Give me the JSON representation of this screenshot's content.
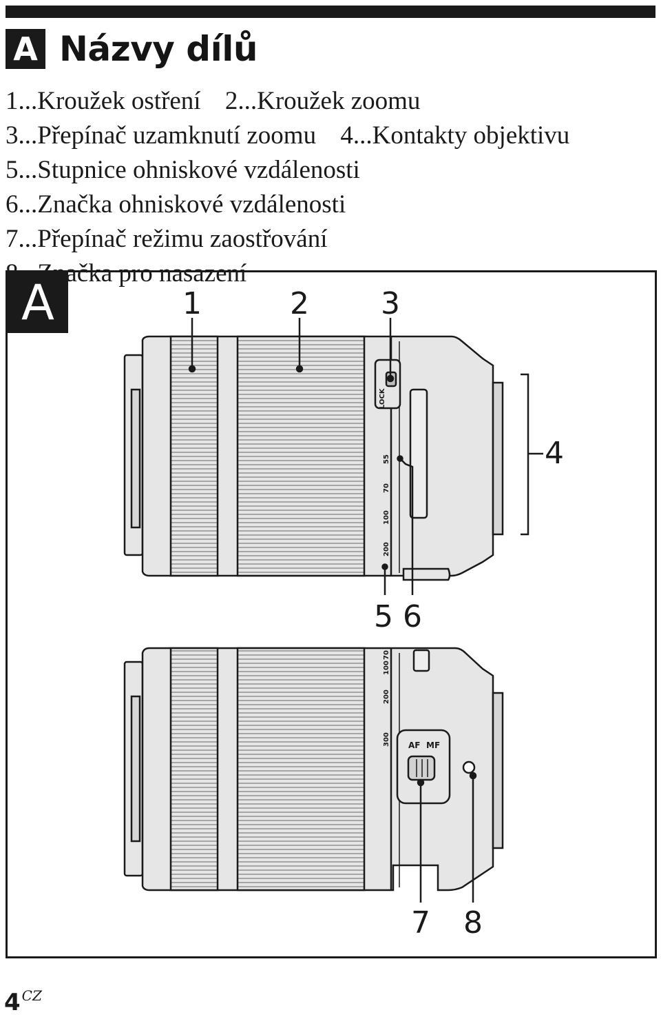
{
  "header": {
    "badge": "A",
    "title": "Názvy dílů"
  },
  "parts": [
    "1...Kroužek ostření",
    "2...Kroužek zoomu",
    "3...Přepínač uzamknutí zoomu",
    "4...Kontakty objektivu",
    "5...Stupnice ohniskové vzdálenosti",
    "6...Značka ohniskové vzdálenosti",
    "7...Přepínač režimu zaostřování",
    "8...Značka pro nasazení"
  ],
  "figure": {
    "badge": "A",
    "callouts": [
      "1",
      "2",
      "3",
      "4",
      "5",
      "6",
      "7",
      "8"
    ],
    "lens_top": {
      "lock_label": "LOCK",
      "focal_marks": [
        "55",
        "70",
        "100",
        "200"
      ]
    },
    "lens_bottom": {
      "focal_marks": [
        "70",
        "100",
        "200",
        "300"
      ],
      "af_label": "AF",
      "mf_label": "MF"
    }
  },
  "footer": {
    "page_number": "4",
    "language_mark": "CZ"
  }
}
